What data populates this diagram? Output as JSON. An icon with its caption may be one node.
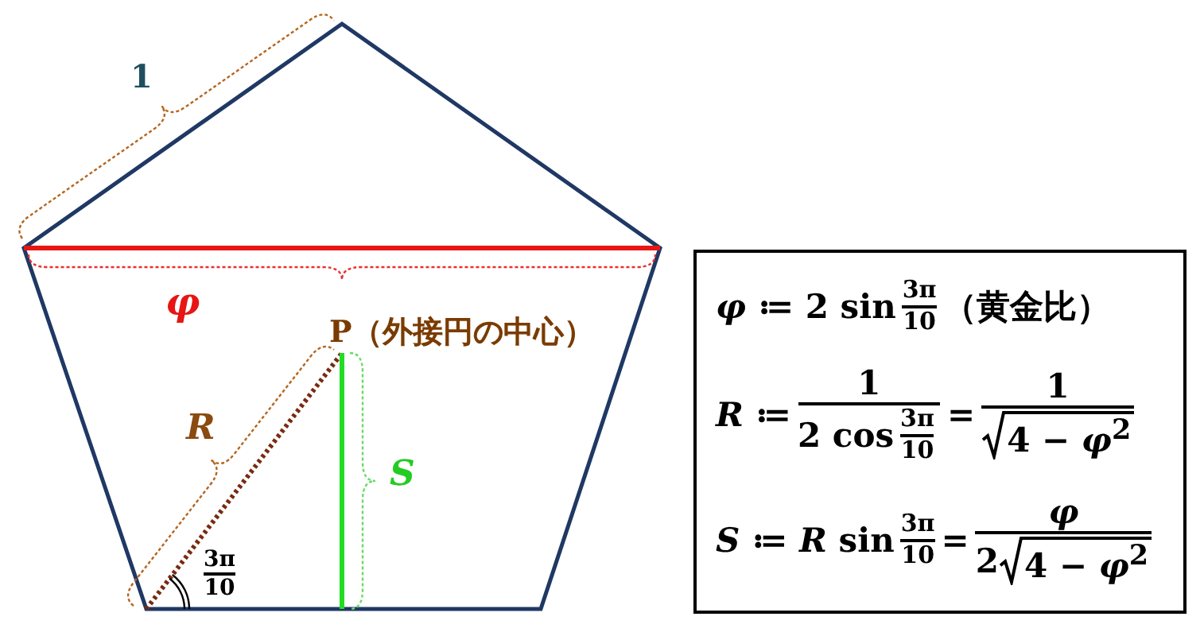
{
  "diagram": {
    "nodes": [
      {
        "text": [
          "*φ* ≔ 2 sin",
          "3π",
          "10",
          "（黄金比）",
          "*R* ≔",
          "1",
          "2 cos",
          "3π",
          "10",
          "=",
          "1",
          "4 − *φ*$^{2}$",
          "*S* ≔ *R* sin",
          "3π",
          "10",
          "=",
          "*φ*",
          "2",
          "4 − *φ*$^{2}$"
        ]
      }
    ],
    "labels": [
      "1",
      "φ",
      "P（外接円の中心）",
      "R",
      "S",
      "3π",
      "10"
    ]
  }
}
